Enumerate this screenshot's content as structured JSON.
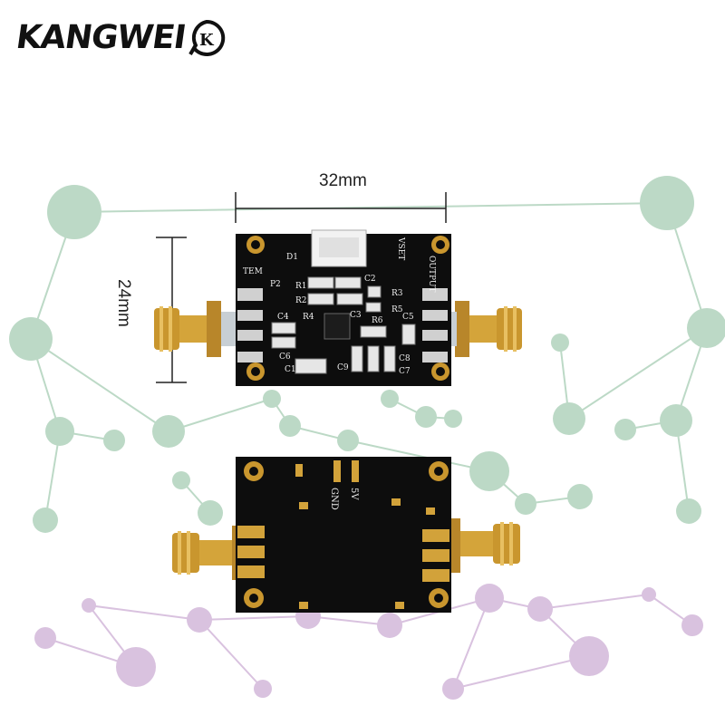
{
  "brand": {
    "name": "KANGWEI",
    "logo_letters": "K",
    "color": "#111111"
  },
  "dimensions": {
    "width_label": "32mm",
    "height_label": "24mm"
  },
  "board_top": {
    "pcb_color": "#0d0d0d",
    "silk_labels": [
      "TEM",
      "VSET",
      "OUTPUT",
      "P2",
      "D1",
      "R1",
      "R2",
      "R3",
      "R4",
      "R5",
      "R6",
      "C1",
      "C2",
      "C3",
      "C4",
      "C5",
      "C6",
      "C7",
      "C8",
      "C9"
    ]
  },
  "board_bottom": {
    "pcb_color": "#0d0d0d",
    "silk_labels": [
      "GND",
      "5V"
    ]
  },
  "background": {
    "network_green": "#bcd9c6",
    "network_purple": "#d9c2df",
    "connector_gold": "#d2a23a"
  }
}
